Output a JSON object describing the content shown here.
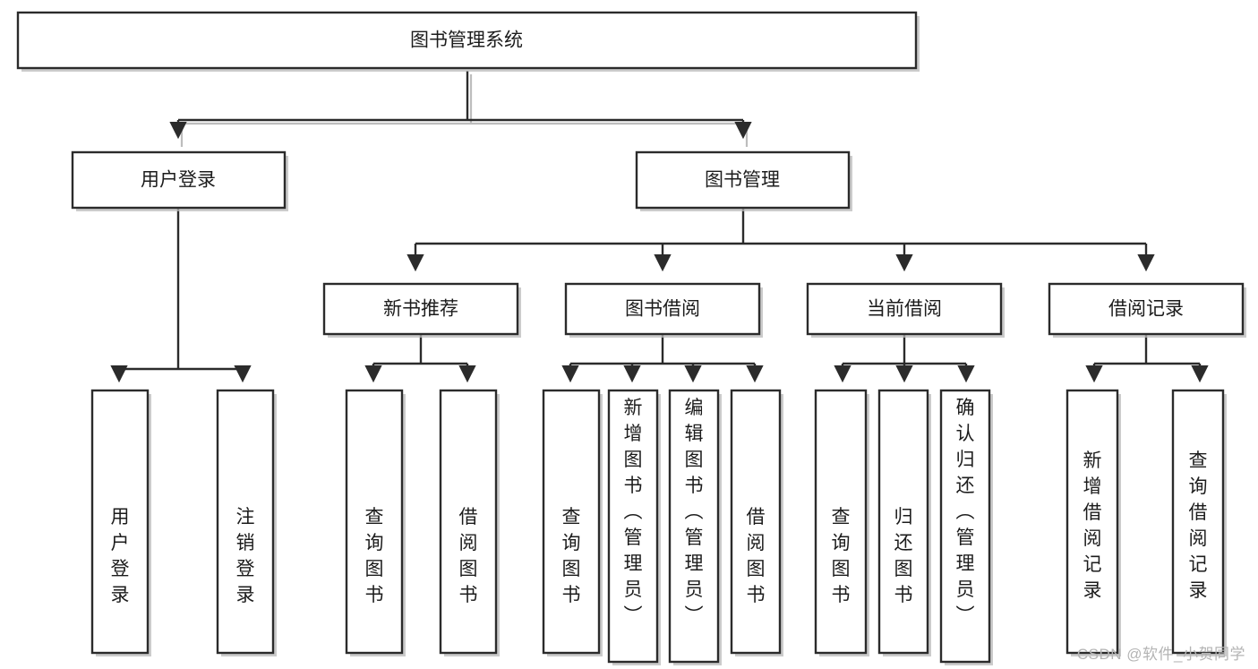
{
  "diagram": {
    "title": "图书管理系统",
    "type": "tree-hierarchy",
    "colors": {
      "stroke": "#2b2b2b",
      "fill": "#ffffff",
      "text": "#1c1c1c",
      "shadow": "#b9b9b9",
      "watermark": "#b4b4b4"
    },
    "root": {
      "label": "图书管理系统"
    },
    "level2": [
      {
        "label": "用户登录"
      },
      {
        "label": "图书管理"
      }
    ],
    "level3": [
      {
        "label": "新书推荐"
      },
      {
        "label": "图书借阅"
      },
      {
        "label": "当前借阅"
      },
      {
        "label": "借阅记录"
      }
    ],
    "leaves": {
      "user_login": [
        {
          "label": "用户登录"
        },
        {
          "label": "注销登录"
        }
      ],
      "new_book_recommend": [
        {
          "label": "查询图书"
        },
        {
          "label": "借阅图书"
        }
      ],
      "book_borrow": [
        {
          "label": "查询图书"
        },
        {
          "label": "新增图书（管理员）"
        },
        {
          "label": "编辑图书（管理员）"
        },
        {
          "label": "借阅图书"
        }
      ],
      "current_borrow": [
        {
          "label": "查询图书"
        },
        {
          "label": "归还图书"
        },
        {
          "label": "确认归还（管理员）"
        }
      ],
      "borrow_record": [
        {
          "label": "新增借阅记录"
        },
        {
          "label": "查询借阅记录"
        }
      ]
    },
    "watermark": "CSDN @软件_小贺同学"
  }
}
